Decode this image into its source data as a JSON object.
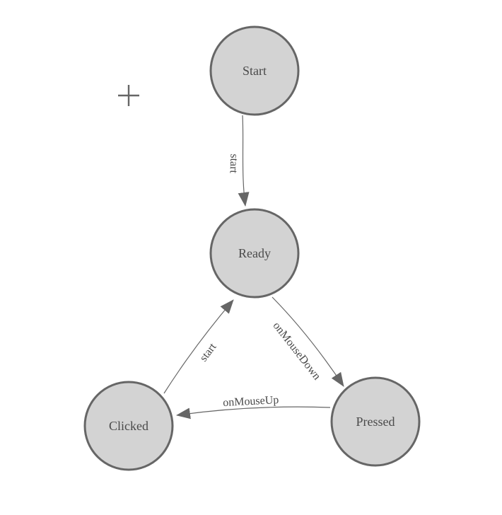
{
  "canvas": {
    "background": "#ffffff",
    "cursor_icon": "plus-crosshair"
  },
  "colors": {
    "node_fill": "#d3d3d3",
    "node_stroke": "#666666",
    "edge_color": "#666666",
    "label_color": "#4a4a4a"
  },
  "diagram": {
    "type": "state-machine",
    "nodes": [
      {
        "id": "start",
        "label": "Start"
      },
      {
        "id": "ready",
        "label": "Ready"
      },
      {
        "id": "clicked",
        "label": "Clicked"
      },
      {
        "id": "pressed",
        "label": "Pressed"
      }
    ],
    "edges": [
      {
        "from": "Start",
        "to": "Ready",
        "label": "start"
      },
      {
        "from": "Clicked",
        "to": "Ready",
        "label": "start"
      },
      {
        "from": "Ready",
        "to": "Pressed",
        "label": "onMouseDown"
      },
      {
        "from": "Pressed",
        "to": "Clicked",
        "label": "onMouseUp"
      }
    ]
  }
}
